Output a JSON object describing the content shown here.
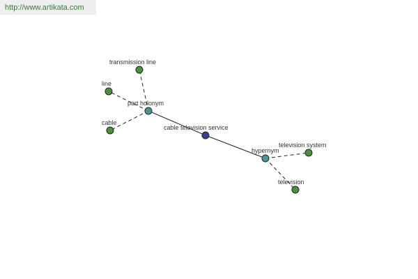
{
  "site": {
    "link_text": "http://www.artikata.com"
  },
  "diagram": {
    "nodes": {
      "center": {
        "label": "cable television service",
        "color": "#3a3f8f"
      },
      "part_holonym": {
        "label": "part holonym",
        "color": "#4a9696"
      },
      "hypernym": {
        "label": "hypernym",
        "color": "#4a9696"
      },
      "transmission_line": {
        "label": "transmission line",
        "color": "#4e8e3e"
      },
      "line": {
        "label": "line",
        "color": "#4e8e3e"
      },
      "cable": {
        "label": "cable",
        "color": "#4e8e3e"
      },
      "television_system": {
        "label": "television system",
        "color": "#4e8e3e"
      },
      "television": {
        "label": "television",
        "color": "#4e8e3e"
      }
    },
    "edges": [
      {
        "from": "part_holonym",
        "to": "center",
        "style": "solid"
      },
      {
        "from": "center",
        "to": "hypernym",
        "style": "solid"
      },
      {
        "from": "part_holonym",
        "to": "transmission_line",
        "style": "dashed"
      },
      {
        "from": "part_holonym",
        "to": "line",
        "style": "dashed"
      },
      {
        "from": "part_holonym",
        "to": "cable",
        "style": "dashed"
      },
      {
        "from": "hypernym",
        "to": "television_system",
        "style": "dashed"
      },
      {
        "from": "hypernym",
        "to": "television",
        "style": "dashed"
      }
    ]
  }
}
